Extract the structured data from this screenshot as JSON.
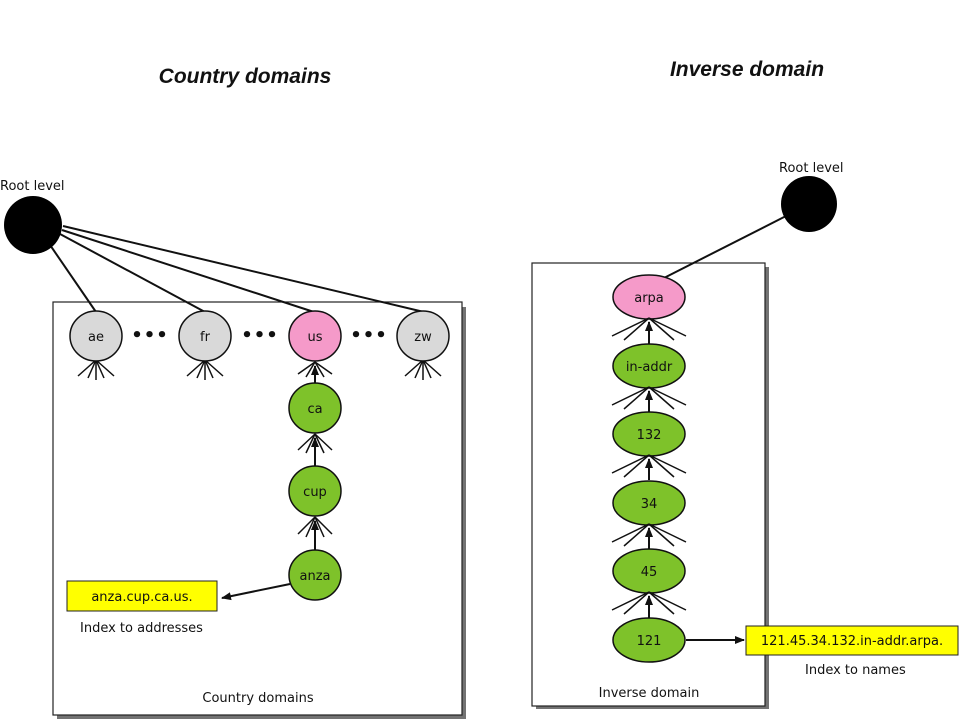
{
  "titles": {
    "left": "Country domains",
    "right": "Inverse domain"
  },
  "left": {
    "root_label": "Root level",
    "top_nodes": [
      {
        "label": "ae",
        "color": "#d9d9d9"
      },
      {
        "label": "fr",
        "color": "#d9d9d9"
      },
      {
        "label": "us",
        "color": "#f59ac9"
      },
      {
        "label": "zw",
        "color": "#d9d9d9"
      }
    ],
    "ellipsis": "•••",
    "chain": [
      {
        "label": "ca",
        "color": "#7ec22a"
      },
      {
        "label": "cup",
        "color": "#7ec22a"
      },
      {
        "label": "anza",
        "color": "#7ec22a"
      }
    ],
    "result_box": "anza.cup.ca.us.",
    "result_caption": "Index to addresses",
    "panel_caption": "Country domains"
  },
  "right": {
    "root_label": "Root level",
    "chain": [
      {
        "label": "arpa",
        "color": "#f59ac9"
      },
      {
        "label": "in-addr",
        "color": "#7ec22a"
      },
      {
        "label": "132",
        "color": "#7ec22a"
      },
      {
        "label": "34",
        "color": "#7ec22a"
      },
      {
        "label": "45",
        "color": "#7ec22a"
      },
      {
        "label": "121",
        "color": "#7ec22a"
      }
    ],
    "result_box": "121.45.34.132.in-addr.arpa.",
    "result_caption": "Index to names",
    "panel_caption": "Inverse domain"
  },
  "colors": {
    "highlight_box": "#ffff00",
    "root_node": "#000000"
  }
}
